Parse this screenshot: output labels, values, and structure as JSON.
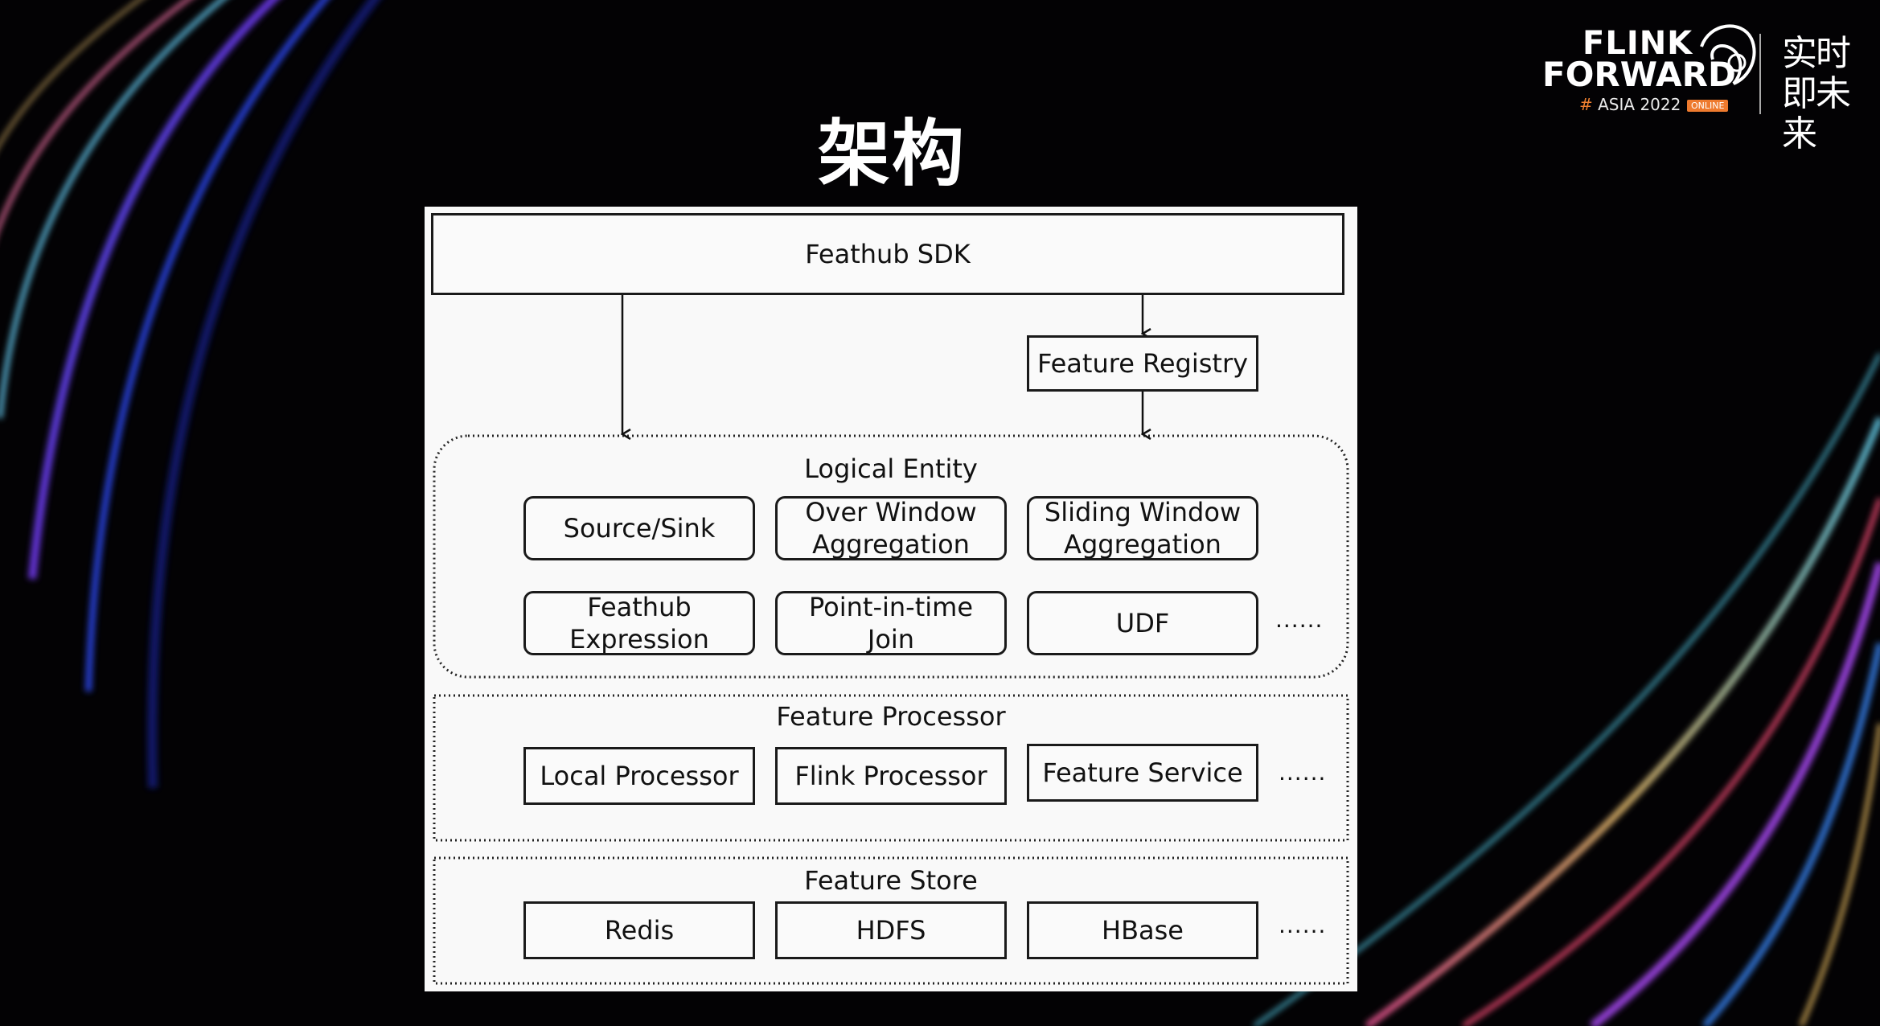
{
  "slide_title": "架构",
  "logo": {
    "line1": "FLINK",
    "line2": "FORWARD",
    "edition_prefix": "#",
    "edition": "ASIA 2022",
    "badge": "ONLINE",
    "chinese": "实时即未来"
  },
  "diagram": {
    "sdk": "Feathub SDK",
    "registry": "Feature Registry",
    "logical_entity": {
      "title": "Logical Entity",
      "items": [
        "Source/Sink",
        "Over Window\nAggregation",
        "Sliding Window\nAggregation",
        "Feathub\nExpression",
        "Point-in-time\nJoin",
        "UDF"
      ],
      "more": "......"
    },
    "feature_processor": {
      "title": "Feature Processor",
      "items": [
        "Local Processor",
        "Flink Processor",
        "Feature Service"
      ],
      "more": "......"
    },
    "feature_store": {
      "title": "Feature Store",
      "items": [
        "Redis",
        "HDFS",
        "HBase"
      ],
      "more": "......"
    }
  },
  "colors": {
    "background": "#030204",
    "diagram_bg": "#f9f9f9",
    "accent": "#ee7a2e"
  }
}
